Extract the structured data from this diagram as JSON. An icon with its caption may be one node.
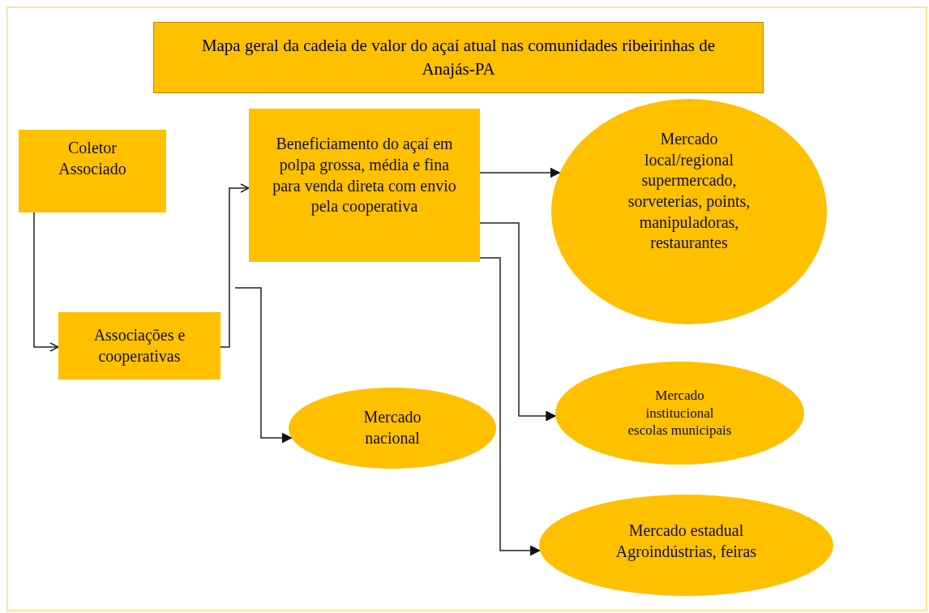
{
  "diagram": {
    "title": "Mapa geral da cadeia de valor do açaí atual nas comunidades ribeirinhas de Anajás-PA",
    "nodes": [
      {
        "text": [
          "Coletor Associado"
        ]
      },
      {
        "text": [
          "Associações e cooperativas"
        ]
      },
      {
        "text": [
          "Beneficiamento do açaí em polpa grossa, média e fina para venda direta com envio pela cooperativa"
        ]
      },
      {
        "text": [
          "Mercado local/regional supermercado, sorveterias, points, manipuladoras, restaurantes"
        ]
      },
      {
        "text": [
          "Mercado institucional escolas municipais"
        ]
      },
      {
        "text": [
          "Mercado nacional"
        ]
      },
      {
        "text": [
          "Mercado estadual Agroindústrias, feiras"
        ]
      }
    ],
    "edges": [
      {
        "from": 0,
        "to": 1,
        "arrow": "to"
      },
      {
        "from": 1,
        "to": 2,
        "arrow": "to"
      },
      {
        "from": 2,
        "to": 3,
        "arrow": "to"
      },
      {
        "from": 2,
        "to": 4,
        "arrow": "to"
      },
      {
        "from": 2,
        "to": 6,
        "arrow": "to"
      },
      {
        "from": null,
        "to": 5,
        "arrow": "to"
      }
    ]
  }
}
